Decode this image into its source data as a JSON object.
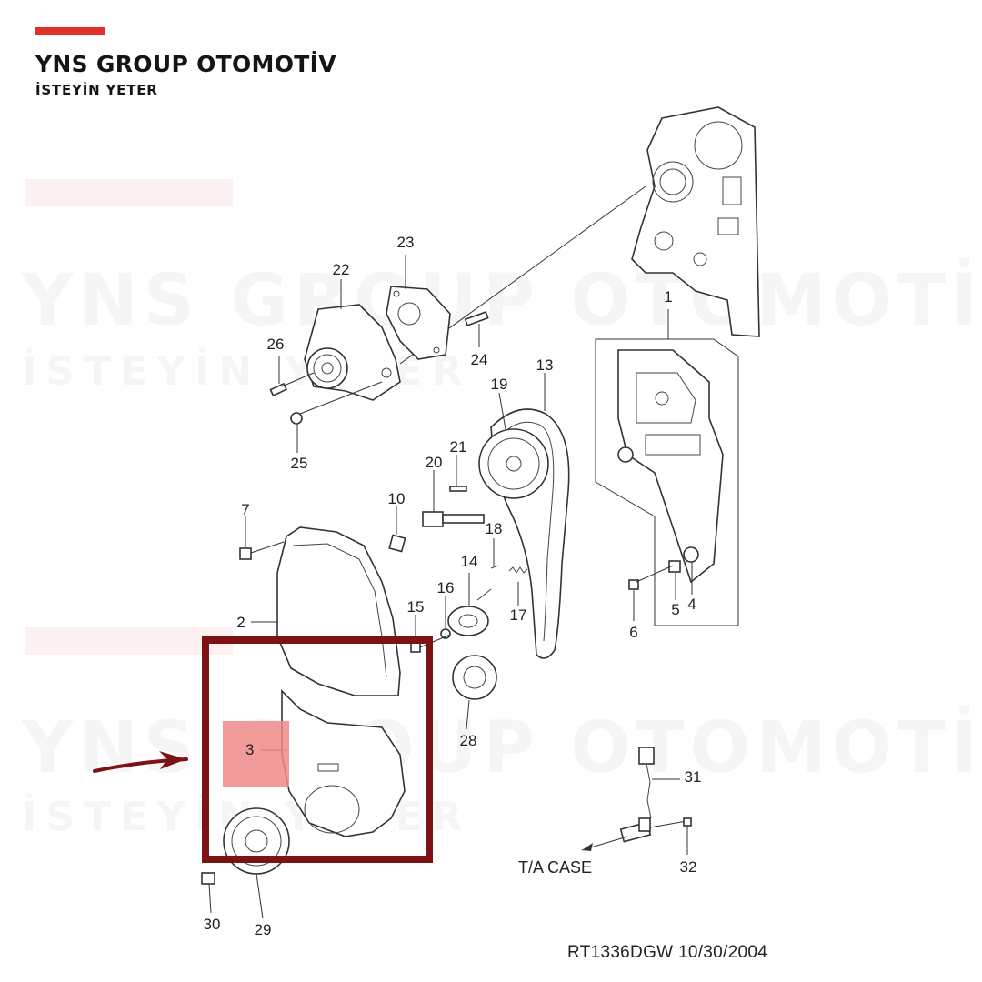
{
  "brand": {
    "title": "YNS GROUP OTOMOTİV",
    "subtitle": "İSTEYİN YETER",
    "accent_color": "#e0312b"
  },
  "watermark": {
    "line1": "YNS GROUP OTOMOTİV",
    "line2": "İSTEYİN YETER"
  },
  "diagram": {
    "callouts": [
      "1",
      "2",
      "4",
      "5",
      "6",
      "7",
      "10",
      "13",
      "14",
      "15",
      "16",
      "17",
      "18",
      "19",
      "20",
      "21",
      "22",
      "23",
      "24",
      "25",
      "26",
      "28",
      "29",
      "30",
      "31",
      "32"
    ],
    "case_label": "T/A CASE",
    "drawing_code": "RT1336DGW  10/30/2004"
  },
  "highlight": {
    "part_number": "3",
    "frame_color": "#7d1214",
    "tag_color": "#f08a8a",
    "arrow": "arrow-icon"
  }
}
